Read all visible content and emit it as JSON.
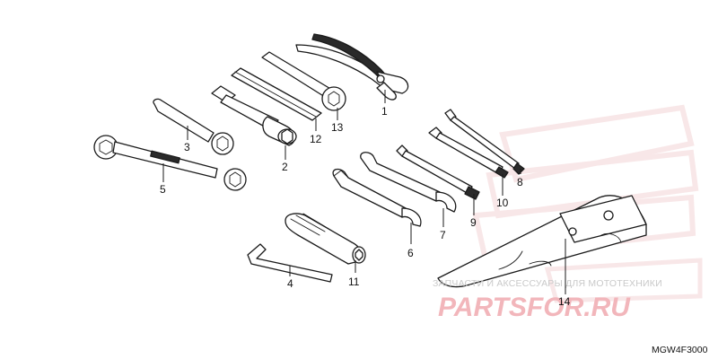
{
  "diagram": {
    "callouts": [
      {
        "id": "1",
        "label": "1"
      },
      {
        "id": "2",
        "label": "2"
      },
      {
        "id": "3",
        "label": "3"
      },
      {
        "id": "4",
        "label": "4"
      },
      {
        "id": "5",
        "label": "5"
      },
      {
        "id": "6",
        "label": "6"
      },
      {
        "id": "7",
        "label": "7"
      },
      {
        "id": "8",
        "label": "8"
      },
      {
        "id": "9",
        "label": "9"
      },
      {
        "id": "10",
        "label": "10"
      },
      {
        "id": "11",
        "label": "11"
      },
      {
        "id": "12",
        "label": "12"
      },
      {
        "id": "13",
        "label": "13"
      },
      {
        "id": "14",
        "label": "14"
      }
    ],
    "diagram_code": "MGW4F3000"
  },
  "watermark": {
    "tagline": "ЗАПЧАСТИ И АКСЕССУАРЫ ДЛЯ МОТОТЕХНИКИ",
    "logo_text": "PARTSFOR.RU"
  },
  "colors": {
    "line": "#1a1a1a",
    "watermark_logo": "#f2b6bb",
    "watermark_text": "#c9c9c9",
    "background_brand": "#f3d4d6"
  }
}
